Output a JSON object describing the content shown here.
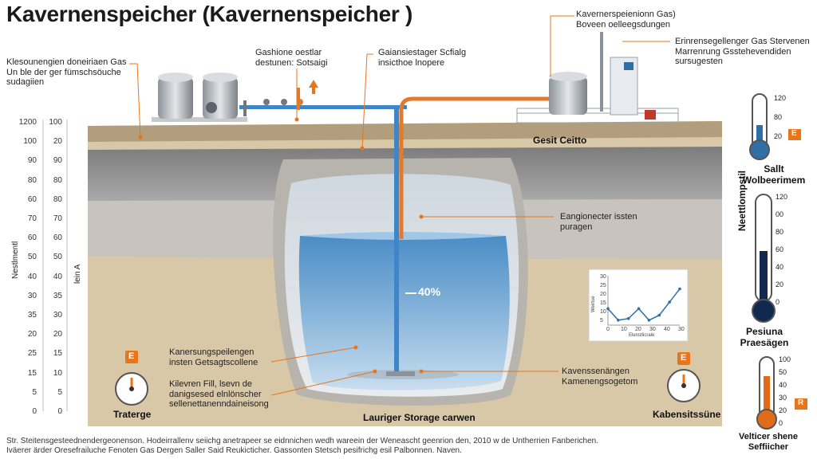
{
  "title": "Kavernenspeicher (Kavernenspeicher )",
  "left_scale": {
    "ticks_outer": [
      "1200",
      "100",
      "90",
      "80",
      "60",
      "70",
      "60",
      "50",
      "40",
      "30",
      "35",
      "20",
      "25",
      "15",
      "5",
      "0"
    ],
    "ticks_inner": [
      "100",
      "20",
      "90",
      "80",
      "80",
      "70",
      "60",
      "50",
      "40",
      "35",
      "30",
      "20",
      "15",
      "10",
      "5",
      "0"
    ],
    "label_outer": "Nestlmentl",
    "label_inner": "lein A"
  },
  "annotations": {
    "top_left": [
      "Klesounengien doneiriaen Gas",
      "Un ble der ger fümschsöuche",
      "sudagiien"
    ],
    "top_center_left": [
      "Gashione oestlar",
      "destunen: Sotsaigi"
    ],
    "top_center_right": [
      "Gaiansiestager Scfialg",
      "insicthoe lnopere"
    ],
    "top_right_1": [
      "Kavernerspeienionn Gas)",
      "Boveen oelleegsdungen"
    ],
    "top_right_2": [
      "Erinrensegellenger Gas Stervenen",
      "Marrenrung Gsstehevendiden",
      "sursugesten"
    ],
    "geologic_layer": "Gesit Ceitto",
    "right_mid": [
      "Eangionecter issten",
      "puragen"
    ],
    "left_bottom_1": [
      "Kanersungspeilengen",
      "insten Getsagtscollene"
    ],
    "left_bottom_2": [
      "Kilevren Fill, lsevn de",
      "danigsesed elnlönscher",
      "sellenettanenndaineisong"
    ],
    "right_bottom": [
      "Kavenssenängen",
      "Kamenengsogetom"
    ],
    "storage_label": "Lauriger Storage carwen",
    "fill_level": "40%"
  },
  "gauges": {
    "left": {
      "label": "Traterge",
      "badge": "E"
    },
    "right": {
      "label": "Kabensitssüne",
      "badge": "E"
    }
  },
  "thermometers": {
    "t1": {
      "label": [
        "Sallt",
        "Wolbeerimem"
      ],
      "scale": [
        "120",
        "80",
        "20"
      ],
      "badge": "E",
      "color": "#2f6fa3",
      "fill": 0.45
    },
    "t2": {
      "label": [
        "Pesiuna",
        "Praesägen"
      ],
      "side_label": "Neettlompstil",
      "scale": [
        "120",
        "00",
        "80",
        "60",
        "40",
        "20",
        "0"
      ],
      "color": "#12294f",
      "fill": 0.5
    },
    "t3": {
      "label": [
        "Velticer shene",
        "Seffiicher"
      ],
      "scale": [
        "100",
        "50",
        "40",
        "30",
        "20",
        "0"
      ],
      "badge": "R",
      "color": "#e06b1a",
      "fill": 0.72
    }
  },
  "mini_chart": {
    "y_ticks": [
      "30",
      "25",
      "20",
      "15",
      "10",
      "5"
    ],
    "x_ticks": [
      "0",
      "10",
      "20",
      "30",
      "40",
      "30"
    ],
    "xlabel": "Elenstlicrale",
    "ylabel": "Weirtue",
    "points": [
      [
        0,
        10
      ],
      [
        1,
        3
      ],
      [
        2,
        4
      ],
      [
        3,
        10
      ],
      [
        4,
        3
      ],
      [
        5,
        6
      ],
      [
        6,
        14
      ],
      [
        7,
        22
      ]
    ],
    "ylim": [
      0,
      30
    ]
  },
  "caption": [
    "Str. Steitensgesteednendergeonenson. Hodeirrallenv seiichg anetrapeer se eidnnichen wedh wareein der Weneascht geenrion den, 2010 w de Untherrien Fanberichen.",
    "Iväerer ärder Oresefrailuche Fenoten Gas Dergen Saller Said Reukicticher. Gassonten Stetsch pesifrichg esil Palbonnen. Naven."
  ],
  "colors": {
    "ground": "#d4c2a2",
    "rock": "#8f8f8f",
    "water": "#4f8fc7",
    "pipe_blue": "#3f86c9",
    "pipe_orange": "#e07a2c",
    "accent_orange": "#e8751a"
  }
}
